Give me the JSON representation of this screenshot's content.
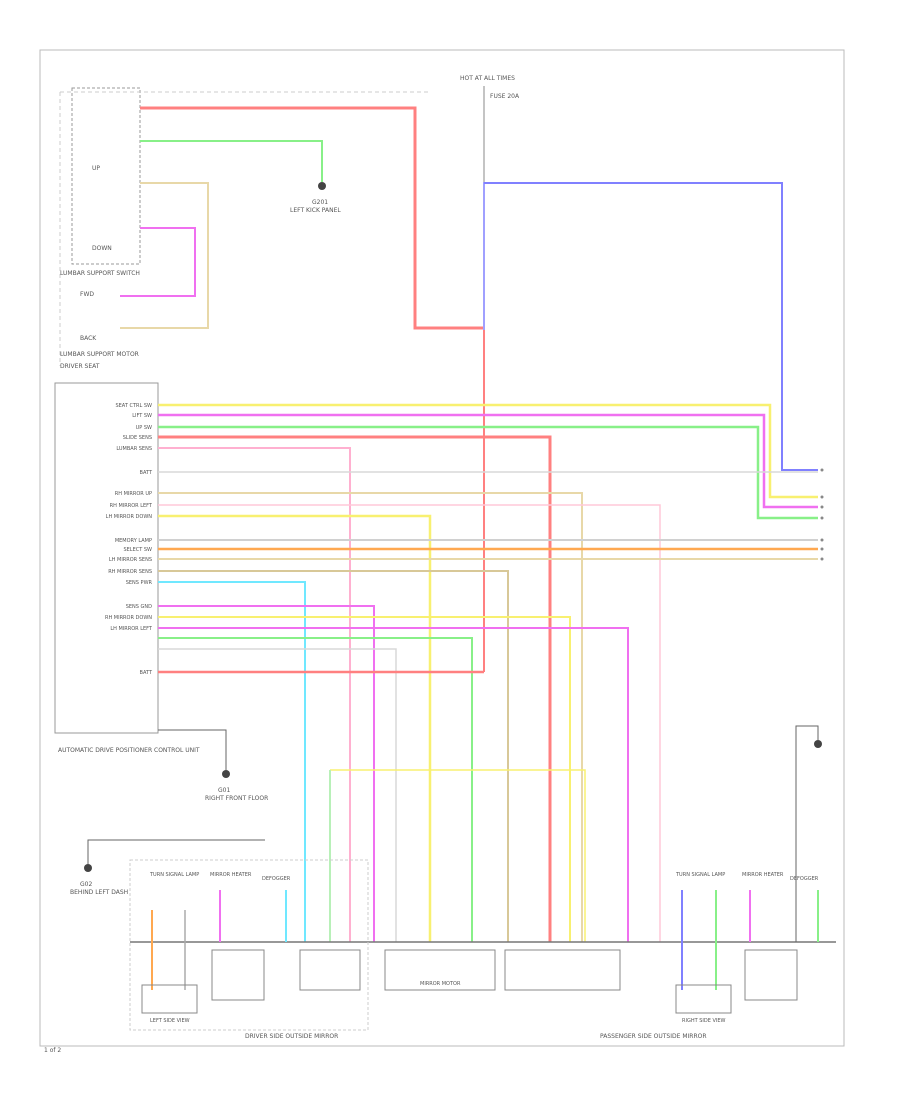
{
  "figure_number": "1 of 2",
  "top_labels": {
    "hot_at_all_times": "HOT AT ALL TIMES",
    "fuse_20a": "FUSE 20A",
    "ground_g201": "G201",
    "ground_left_kick": "LEFT KICK PANEL"
  },
  "switch_labels": {
    "lumbar_up": "UP",
    "lumbar_down": "DOWN",
    "lumbar_support_switch": "LUMBAR SUPPORT SWITCH",
    "lumbar_fwd": "FWD",
    "lumbar_back": "BACK",
    "lumbar_support_motor": "LUMBAR SUPPORT MOTOR",
    "driver_seat": "DRIVER SEAT"
  },
  "module_label": "AUTOMATIC DRIVE POSITIONER CONTROL UNIT",
  "module_pins": [
    "SEAT CTRL SW",
    "LIFT SW",
    "UP SW",
    "SLIDE SENS",
    "LUMBAR SENS",
    "BATT",
    "RH MIRROR UP",
    "RH MIRROR LEFT",
    "LH MIRROR DOWN",
    "MEMORY LAMP",
    "SELECT SW",
    "LH MIRROR SENS",
    "RH MIRROR SENS",
    "SENS PWR",
    "SENS GND",
    "RH MIRROR DOWN",
    "LH MIRROR LEFT",
    "BATT"
  ],
  "ground_labels": {
    "module_ground": "G01",
    "module_ground_loc": "RIGHT FRONT FLOOR",
    "left_ground": "G02",
    "left_ground_loc": "BEHIND LEFT DASH"
  },
  "bottom_labels": {
    "driver_mirror": "DRIVER SIDE OUTSIDE MIRROR",
    "passenger_mirror": "PASSENGER SIDE OUTSIDE MIRROR",
    "turn_signal": "TURN SIGNAL LAMP",
    "left_side_view": "LEFT SIDE VIEW",
    "right_side_view": "RIGHT SIDE VIEW",
    "mirror_motor": "MIRROR MOTOR",
    "mirror_heater": "MIRROR HEATER",
    "defogger": "DEFOGGER"
  },
  "wire_colors": {
    "red": "#ff8080",
    "green": "#88f088",
    "yellow": "#f8f070",
    "magenta": "#f070f0",
    "blue": "#8080ff",
    "orange": "#ffa850",
    "pink": "#ffb0d0",
    "cyan": "#70e8ff",
    "tan": "#e8d8a8",
    "gray": "#b0b0b0"
  }
}
